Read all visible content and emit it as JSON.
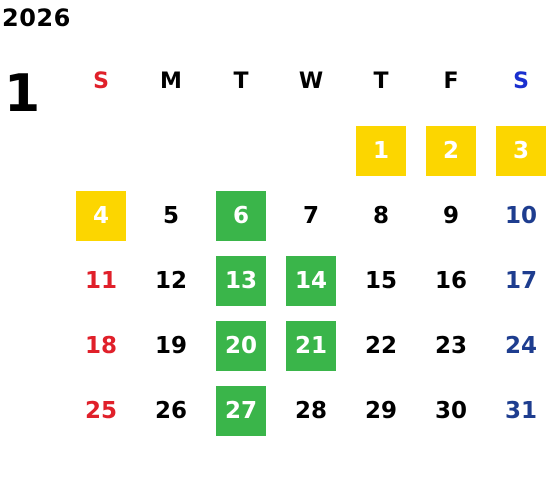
{
  "year": "2026",
  "month": "1",
  "colors": {
    "weekday": "#000000",
    "sunday": "#e0202a",
    "saturday_header": "#1a2fcf",
    "saturday": "#1e3d8f",
    "on_highlight": "#ffffff",
    "highlight_yellow": "#fcd600",
    "highlight_green": "#3ab54a"
  },
  "weekdays": [
    "S",
    "M",
    "T",
    "W",
    "T",
    "F",
    "S"
  ],
  "weeks": [
    [
      null,
      null,
      null,
      null,
      {
        "day": "1",
        "hl": "yellow"
      },
      {
        "day": "2",
        "hl": "yellow"
      },
      {
        "day": "3",
        "hl": "yellow"
      }
    ],
    [
      {
        "day": "4",
        "hl": "yellow"
      },
      {
        "day": "5"
      },
      {
        "day": "6",
        "hl": "green"
      },
      {
        "day": "7"
      },
      {
        "day": "8"
      },
      {
        "day": "9"
      },
      {
        "day": "10"
      }
    ],
    [
      {
        "day": "11"
      },
      {
        "day": "12"
      },
      {
        "day": "13",
        "hl": "green"
      },
      {
        "day": "14",
        "hl": "green"
      },
      {
        "day": "15"
      },
      {
        "day": "16"
      },
      {
        "day": "17"
      }
    ],
    [
      {
        "day": "18"
      },
      {
        "day": "19"
      },
      {
        "day": "20",
        "hl": "green"
      },
      {
        "day": "21",
        "hl": "green"
      },
      {
        "day": "22"
      },
      {
        "day": "23"
      },
      {
        "day": "24"
      }
    ],
    [
      {
        "day": "25"
      },
      {
        "day": "26"
      },
      {
        "day": "27",
        "hl": "green"
      },
      {
        "day": "28"
      },
      {
        "day": "29"
      },
      {
        "day": "30"
      },
      {
        "day": "31"
      }
    ]
  ]
}
